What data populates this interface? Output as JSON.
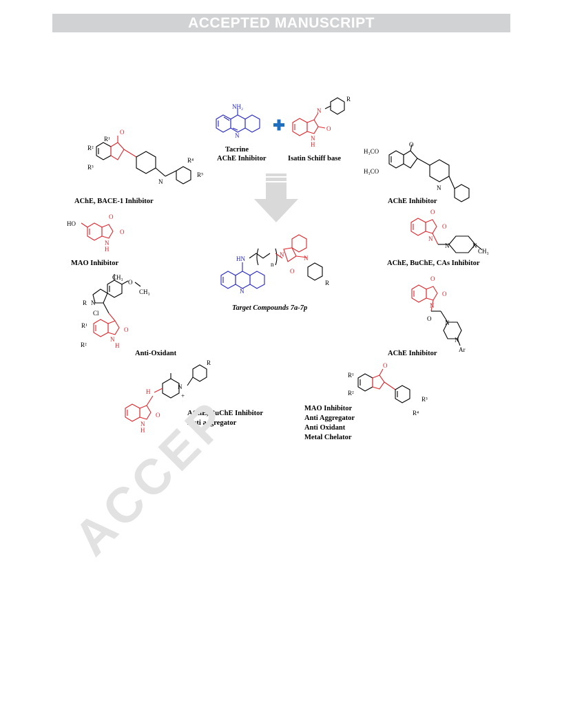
{
  "header": {
    "banner": "ACCEPTED MANUSCRIPT"
  },
  "watermark": {
    "text": "ACCEP"
  },
  "figure": {
    "top_left": {
      "label": "AChE, BACE-1 Inhibitor",
      "atoms": [
        "R¹",
        "R²",
        "R³",
        "R⁴",
        "R⁵",
        "O",
        "N"
      ]
    },
    "tacrine": {
      "name": "Tacrine",
      "label": "AChE Inhibitor",
      "atoms": [
        "NH₂",
        "N"
      ]
    },
    "isatin": {
      "label": "Isatin Schiff base",
      "atoms": [
        "N",
        "R",
        "O",
        "N",
        "H"
      ]
    },
    "donepezil": {
      "label": "AChE Inhibitor",
      "atoms": [
        "H₃CO",
        "H₃CO",
        "O",
        "N"
      ]
    },
    "mao": {
      "label": "MAO Inhibitor",
      "atoms": [
        "HO",
        "O",
        "O",
        "N",
        "H"
      ]
    },
    "target": {
      "label": "Target Compounds 7a-7p",
      "atoms": [
        "HN",
        "n",
        "N",
        "N",
        "O",
        "N",
        "R"
      ]
    },
    "piperazine_isatin": {
      "label": "AChE, BuChE, CAs Inhibitor",
      "atoms": [
        "O",
        "O",
        "N",
        "N",
        "N",
        "CH₃"
      ]
    },
    "antioxidant": {
      "label": "Anti-Oxidant",
      "atoms": [
        "CH₃",
        "O",
        "CH₃",
        "R",
        "N",
        "Cl",
        "R¹",
        "R²",
        "N",
        "H",
        "O"
      ]
    },
    "ache_ar": {
      "label": "AChE Inhibitor",
      "atoms": [
        "O",
        "O",
        "N",
        "O",
        "N",
        "N",
        "Ar"
      ]
    },
    "pyridinium": {
      "labels": [
        "AChE, BuChE Inhibitor",
        "Anti aggregator"
      ],
      "atoms": [
        "R",
        "H",
        "N",
        "+",
        "O",
        "N",
        "H"
      ]
    },
    "indanone_chalcone": {
      "labels": [
        "MAO Inhibitor",
        "Anti Aggregator",
        "Anti Oxidant",
        "Metal Chelator"
      ],
      "atoms": [
        "R¹",
        "R²",
        "O",
        "R³",
        "R⁴"
      ]
    }
  }
}
